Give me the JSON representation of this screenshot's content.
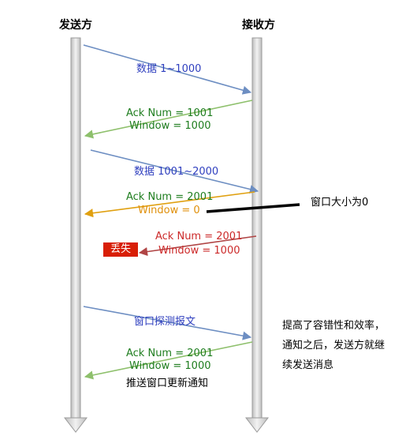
{
  "headers": {
    "sender": "发送方",
    "receiver": "接收方"
  },
  "messages": {
    "m1": "数据 1~1000",
    "m2a": "Ack Num = 1001",
    "m2b": "Window = 1000",
    "m3": "数据 1001~2000",
    "m4a": "Ack Num = 2001",
    "m4b": "Window = 0",
    "window_note": "窗口大小为0",
    "m5a": "Ack Num = 2001",
    "m5b": "Window = 1000",
    "lost_badge": "丢失",
    "m6": "窗口探测报文",
    "m7a": "Ack Num = 2001",
    "m7b": "Window = 1000",
    "m7c": "推送窗口更新通知"
  },
  "side_note": "提高了容错性和效率，通知之后，发送方就继续发送消息",
  "colors": {
    "data_arrow": "#6d8ec2",
    "ack_arrow": "#8ec06c",
    "zero_window_arrow": "#e0a010",
    "lost_arrow": "#b04545",
    "lost_badge_bg": "#d81e06"
  }
}
